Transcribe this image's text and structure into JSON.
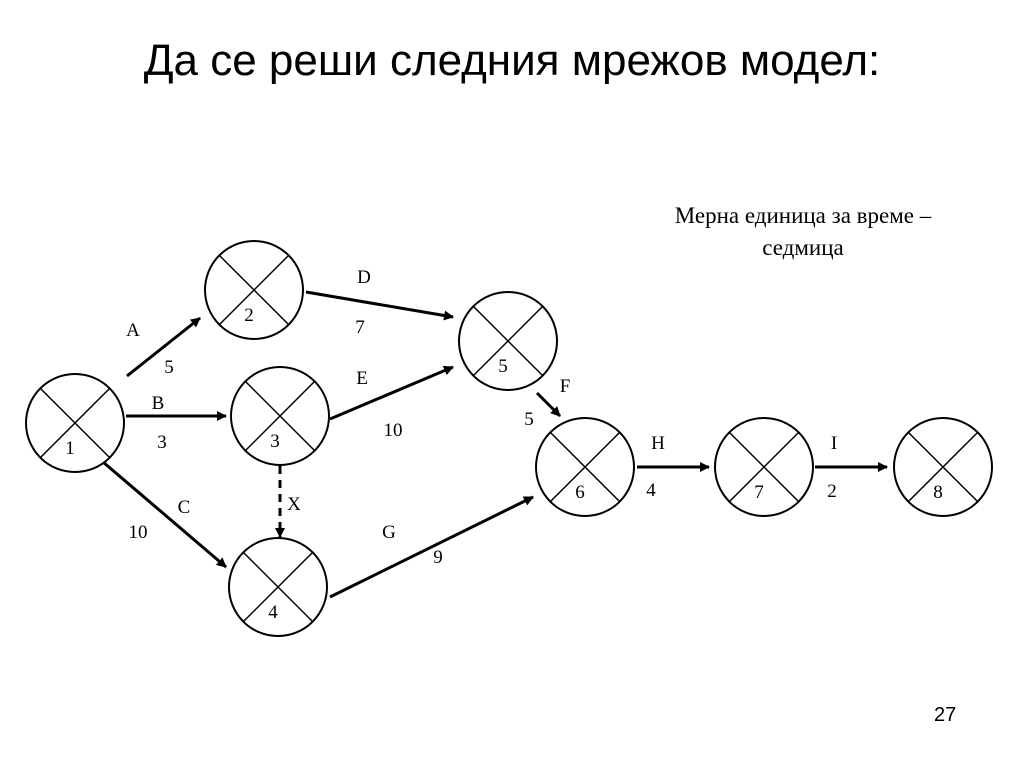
{
  "title": "Да се реши следния мрежов модел:",
  "unit_note": {
    "line1": "Мерна единица за време –",
    "line2": "седмица"
  },
  "page_number": "27",
  "nodes": [
    {
      "id": "1",
      "label": "1"
    },
    {
      "id": "2",
      "label": "2"
    },
    {
      "id": "3",
      "label": "3"
    },
    {
      "id": "4",
      "label": "4"
    },
    {
      "id": "5",
      "label": "5"
    },
    {
      "id": "6",
      "label": "6"
    },
    {
      "id": "7",
      "label": "7"
    },
    {
      "id": "8",
      "label": "8"
    }
  ],
  "activities": [
    {
      "name": "A",
      "from": "1",
      "to": "2",
      "duration": "5",
      "dummy": false
    },
    {
      "name": "B",
      "from": "1",
      "to": "3",
      "duration": "3",
      "dummy": false
    },
    {
      "name": "C",
      "from": "1",
      "to": "4",
      "duration": "10",
      "dummy": false
    },
    {
      "name": "D",
      "from": "2",
      "to": "5",
      "duration": "7",
      "dummy": false
    },
    {
      "name": "E",
      "from": "3",
      "to": "5",
      "duration": "10",
      "dummy": false
    },
    {
      "name": "X",
      "from": "3",
      "to": "4",
      "duration": "",
      "dummy": true
    },
    {
      "name": "F",
      "from": "5",
      "to": "6",
      "duration": "5",
      "dummy": false
    },
    {
      "name": "G",
      "from": "4",
      "to": "6",
      "duration": "9",
      "dummy": false
    },
    {
      "name": "H",
      "from": "6",
      "to": "7",
      "duration": "4",
      "dummy": false
    },
    {
      "name": "I",
      "from": "7",
      "to": "8",
      "duration": "2",
      "dummy": false
    }
  ]
}
